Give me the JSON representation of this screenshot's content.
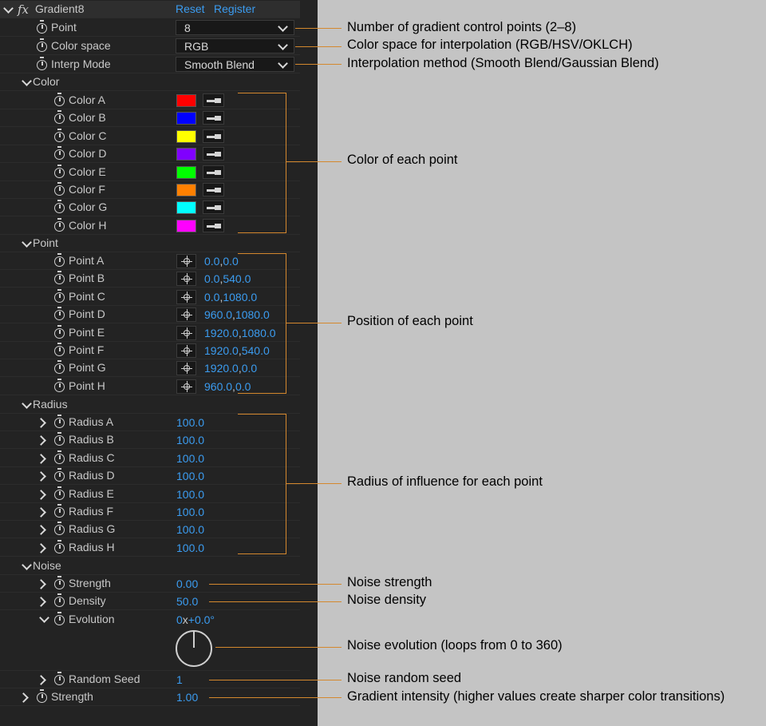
{
  "effect": {
    "name": "Gradient8",
    "fx_label": "fx",
    "reset_label": "Reset",
    "register_label": "Register"
  },
  "top_params": [
    {
      "label": "Point",
      "value": "8"
    },
    {
      "label": "Color space",
      "value": "RGB"
    },
    {
      "label": "Interp Mode",
      "value": "Smooth Blend"
    }
  ],
  "groups": {
    "color": "Color",
    "point": "Point",
    "radius": "Radius",
    "noise": "Noise"
  },
  "colors": [
    {
      "label": "Color A",
      "hex": "#ff0000"
    },
    {
      "label": "Color B",
      "hex": "#0000ff"
    },
    {
      "label": "Color C",
      "hex": "#ffff00"
    },
    {
      "label": "Color D",
      "hex": "#8000ff"
    },
    {
      "label": "Color E",
      "hex": "#00ff00"
    },
    {
      "label": "Color F",
      "hex": "#ff8000"
    },
    {
      "label": "Color G",
      "hex": "#00ffff"
    },
    {
      "label": "Color H",
      "hex": "#ff00ff"
    }
  ],
  "points": [
    {
      "label": "Point A",
      "x": "0.0",
      "y": "0.0"
    },
    {
      "label": "Point B",
      "x": "0.0",
      "y": "540.0"
    },
    {
      "label": "Point C",
      "x": "0.0",
      "y": "1080.0"
    },
    {
      "label": "Point D",
      "x": "960.0",
      "y": "1080.0"
    },
    {
      "label": "Point E",
      "x": "1920.0",
      "y": "1080.0"
    },
    {
      "label": "Point F",
      "x": "1920.0",
      "y": "540.0"
    },
    {
      "label": "Point G",
      "x": "1920.0",
      "y": "0.0"
    },
    {
      "label": "Point H",
      "x": "960.0",
      "y": "0.0"
    }
  ],
  "radii": [
    {
      "label": "Radius A",
      "value": "100.0"
    },
    {
      "label": "Radius B",
      "value": "100.0"
    },
    {
      "label": "Radius C",
      "value": "100.0"
    },
    {
      "label": "Radius D",
      "value": "100.0"
    },
    {
      "label": "Radius E",
      "value": "100.0"
    },
    {
      "label": "Radius F",
      "value": "100.0"
    },
    {
      "label": "Radius G",
      "value": "100.0"
    },
    {
      "label": "Radius H",
      "value": "100.0"
    }
  ],
  "noise": {
    "strength": {
      "label": "Strength",
      "value": "0.00"
    },
    "density": {
      "label": "Density",
      "value": "50.0"
    },
    "evolution": {
      "label": "Evolution",
      "revolutions": "0",
      "x_sep": "x",
      "degrees": "+0.0°"
    },
    "random_seed": {
      "label": "Random Seed",
      "value": "1"
    }
  },
  "strength": {
    "label": "Strength",
    "value": "1.00"
  },
  "annotations": {
    "point": "Number of gradient control points (2–8)",
    "color_space": "Color space for interpolation (RGB/HSV/OKLCH)",
    "interp_mode": "Interpolation method (Smooth Blend/Gaussian Blend)",
    "color": "Color of each point",
    "position": "Position of each point",
    "radius": "Radius of influence for each point",
    "noise_strength": "Noise strength",
    "noise_density": "Noise density",
    "noise_evolution": "Noise evolution (loops from 0 to 360)",
    "noise_seed": "Noise random seed",
    "strength": "Gradient intensity (higher values create sharper color transitions)"
  },
  "colors_ui": {
    "accent": "#3b9cf0",
    "leader_line": "#d4882e",
    "panel_bg": "#232323"
  }
}
